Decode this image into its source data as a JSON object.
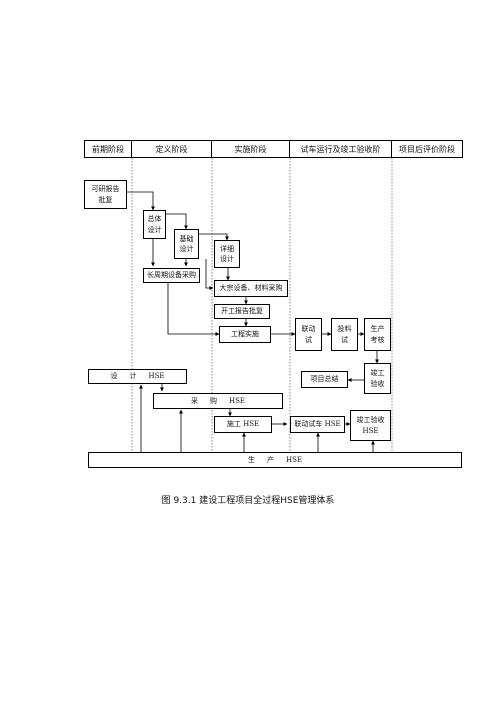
{
  "phases": [
    "前期阶段",
    "定义阶段",
    "实施阶段",
    "试车运行及竣工验收阶",
    "项目后评价阶段"
  ],
  "boxes": {
    "feasibility": "可研报告\n批复",
    "overall_design": "总体\n设计",
    "basic_design": "基础\n设计",
    "detailed_design": "详细\n设计",
    "long_lead_procurement": "长周期设备采购",
    "bulk_procurement": "大宗设备、材料采购",
    "startup_report": "开工报告批复",
    "construction": "工程实施",
    "joint_commissioning": "联动\n试",
    "feed_trial": "投料\n试",
    "production_assessment": "生产\n考核",
    "project_summary": "项目总结",
    "completion_acceptance": "竣工\n验收",
    "completion_hse": "竣工验收\nHSE",
    "commissioning_hse": "联动试车 HSE",
    "construction_hse": "施工 HSE"
  },
  "hse_bars": {
    "design": [
      "设",
      "计",
      "HSE"
    ],
    "procurement": [
      "采",
      "购",
      "HSE"
    ],
    "production": [
      "生",
      "产",
      "HSE"
    ]
  },
  "caption": "图 9.3.1 建设工程项目全过程HSE管理体系"
}
